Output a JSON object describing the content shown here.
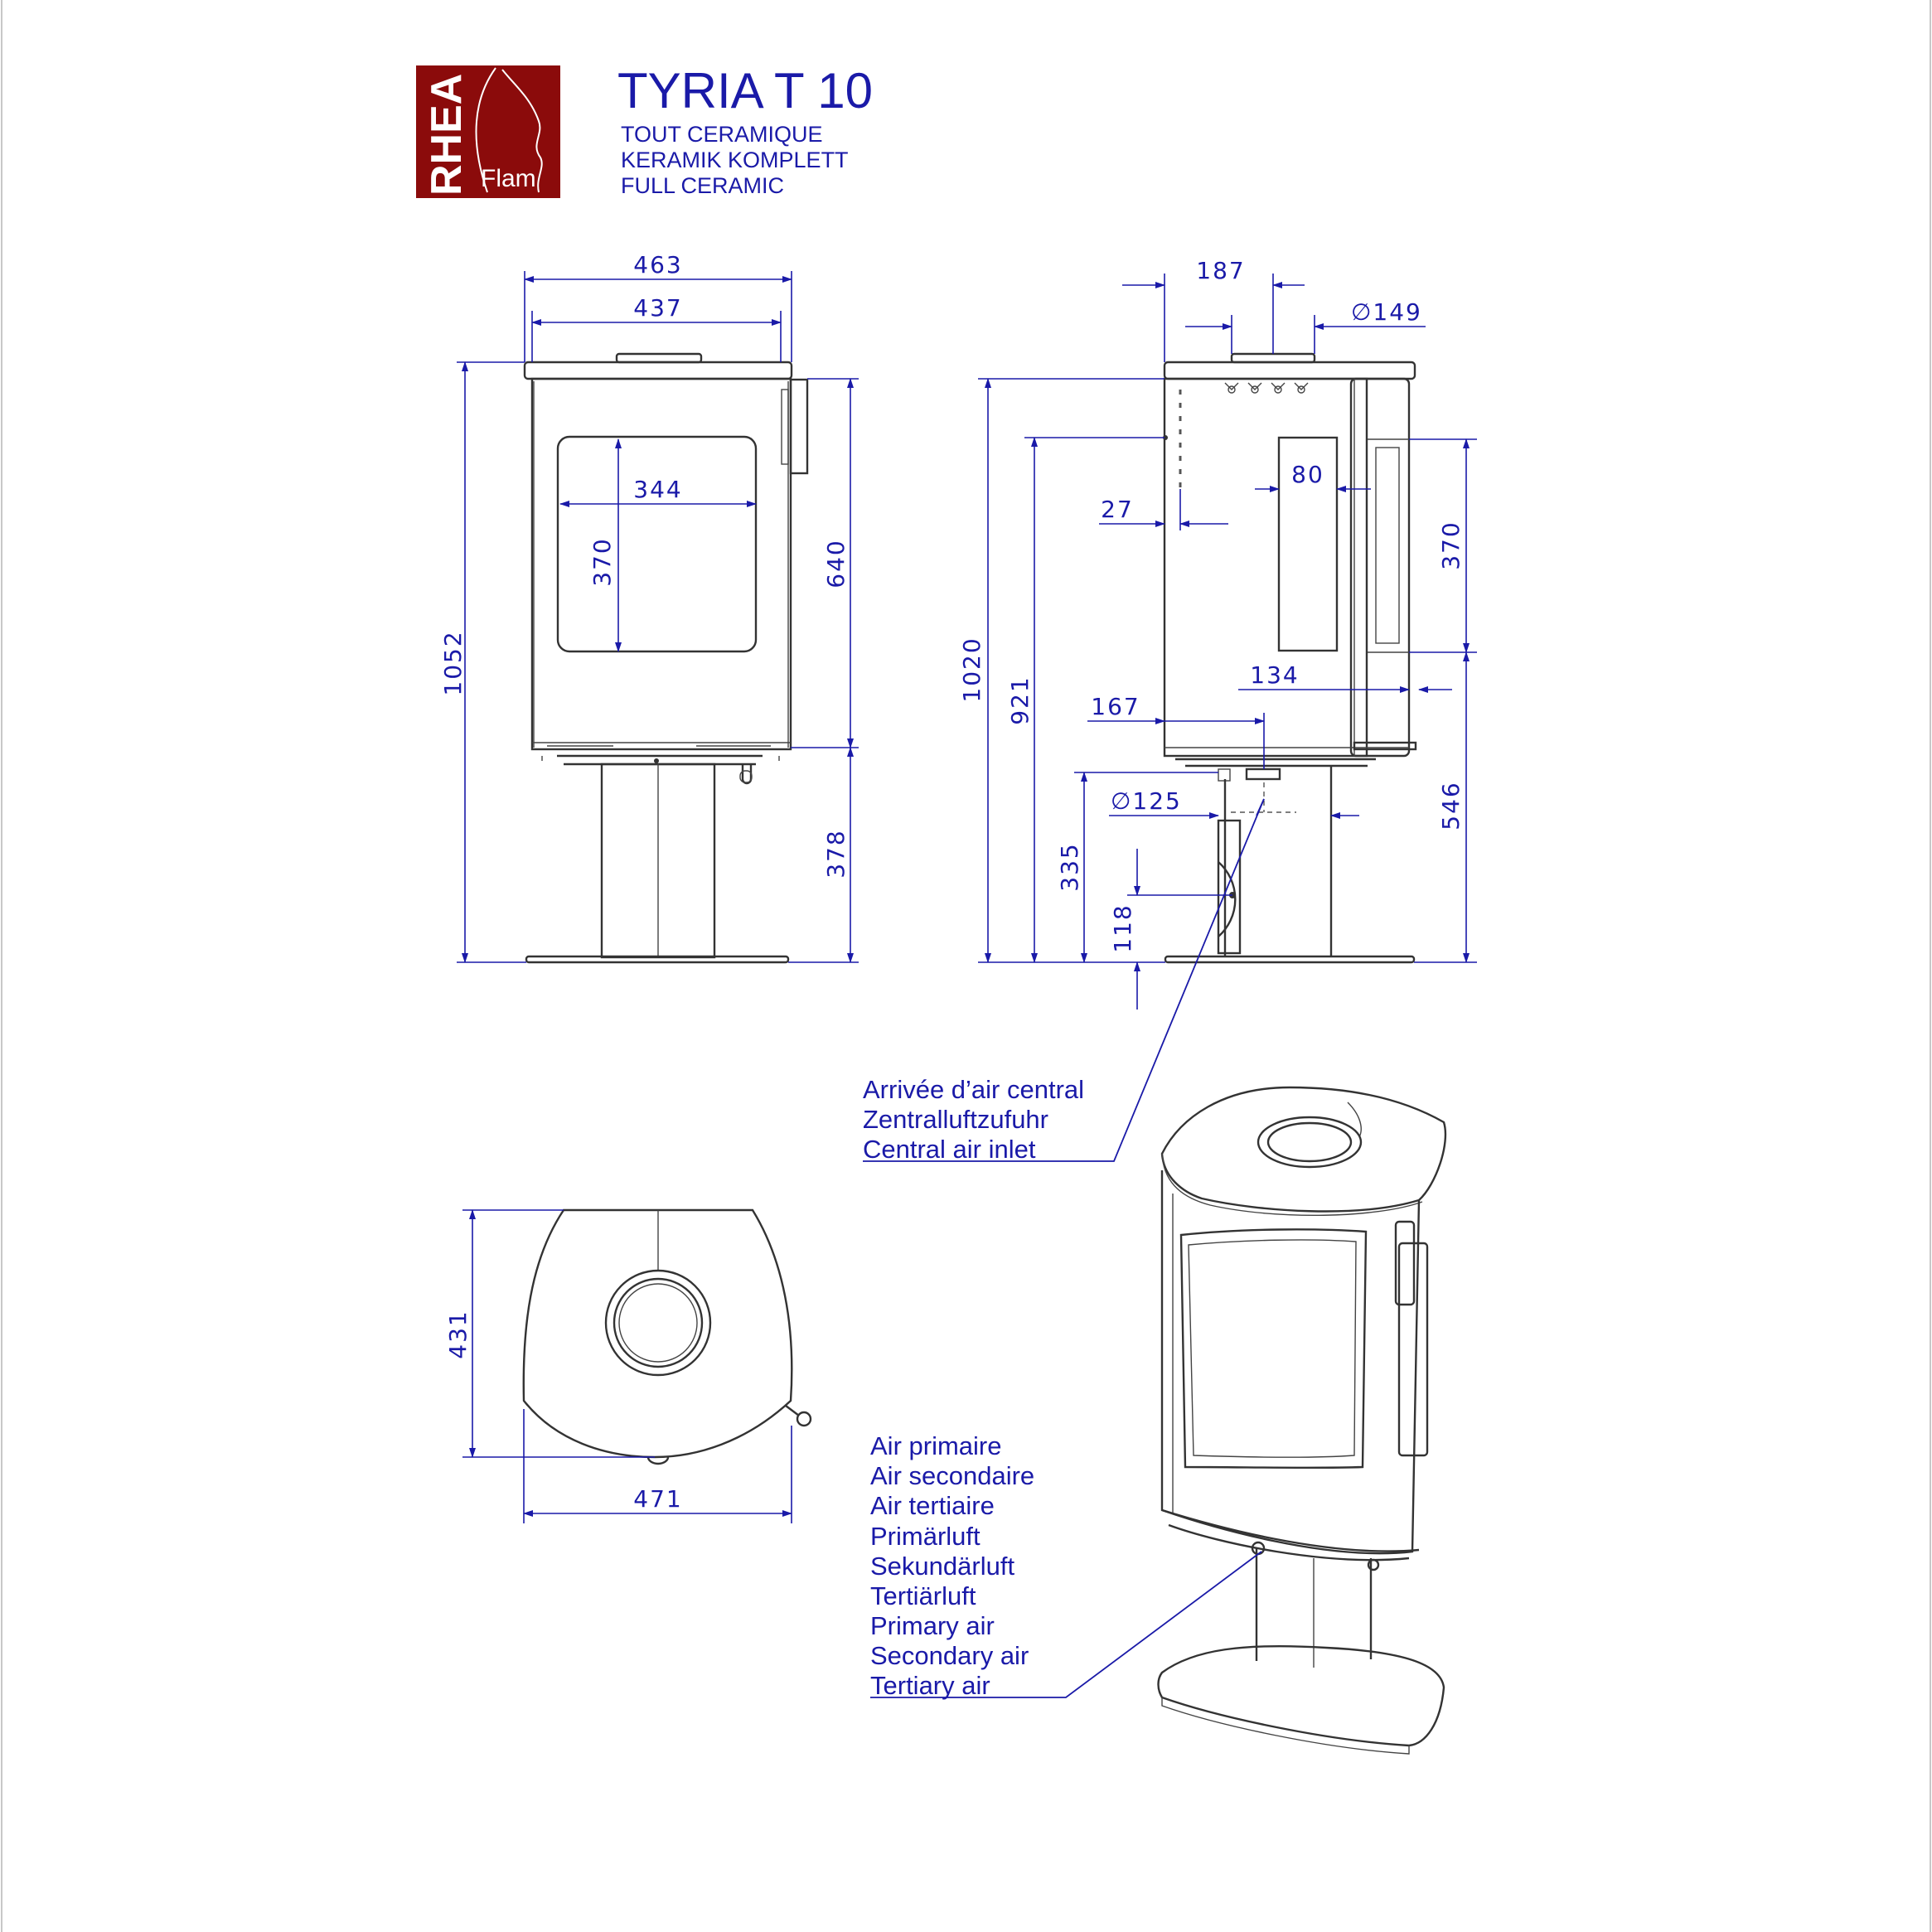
{
  "brand": {
    "logo_line1": "RHEA",
    "logo_line2": "Flam",
    "logo_color": "#8b0b0b"
  },
  "header": {
    "title": "TYRIA T 10",
    "subtitles": [
      "TOUT CERAMIQUE",
      "KERAMIK KOMPLETT",
      "FULL CERAMIC"
    ]
  },
  "colors": {
    "dimension": "#1a1aa8",
    "outline": "#333333",
    "border": "#c8c8c8"
  },
  "dimensions": {
    "front_outer_width": "463",
    "front_inner_width": "437",
    "total_height": "1052",
    "glass_width": "344",
    "glass_height": "370",
    "body_height": "640",
    "pedestal_height": "378",
    "side_top_depth": "187",
    "flue_diameter": "∅149",
    "side_height": "1020",
    "flue_center_height": "921",
    "offset_27": "27",
    "rear_80": "80",
    "rear_370": "370",
    "rear_134": "134",
    "side_167": "167",
    "rear_546": "546",
    "air_inlet_diameter": "∅125",
    "air_inlet_height": "335",
    "air_inlet_bottom": "118",
    "plan_depth": "431",
    "plan_width": "471"
  },
  "annotations": {
    "central_air": [
      "Arrivée d’air central",
      "Zentralluftzufuhr",
      "Central air inlet"
    ],
    "air_controls": [
      "Air primaire",
      "Air secondaire",
      "Air tertiaire",
      "Primärluft",
      "Sekundärluft",
      "Tertiärluft",
      "Primary air",
      "Secondary air",
      "Tertiary air"
    ]
  }
}
